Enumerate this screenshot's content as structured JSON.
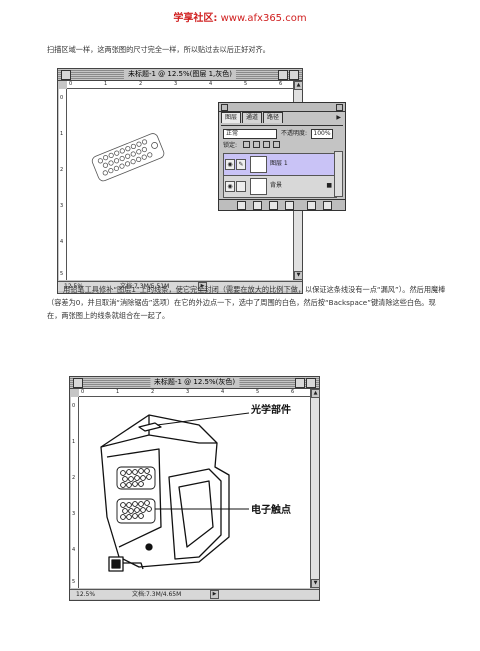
{
  "header": {
    "logo": "学享社区:",
    "url": "www.afx365.com"
  },
  "paragraph1": "扫描区域一样，这两张图的尺寸完全一样，所以贴过去以后正好对齐。",
  "paragraph2": "用铅笔工具修补“图层1”上的线条，使它完全封闭（需要在放大的比例下做，以保证这条线没有一点“漏风”）。然后用魔棒（容差为0，并且取消“消除锯齿”选项）在它的外边点一下，选中了周围的白色，然后按“Backspace”键清除这些白色。现在，两张图上的线条就组合在一起了。",
  "window1": {
    "title": "未标题-1 @ 12.5%(图层 1,灰色)",
    "zoom": "12.5%",
    "doc_info": "文档:7.3M/5.51M",
    "ruler_top": [
      "0",
      "1",
      "2",
      "3",
      "4",
      "5",
      "6"
    ],
    "ruler_left": [
      "0",
      "1",
      "2",
      "3",
      "4",
      "5"
    ]
  },
  "layers_palette": {
    "tabs": [
      "图层",
      "通道",
      "路径"
    ],
    "blend_mode": "正常",
    "opacity_label": "不透明度:",
    "opacity_value": "100%",
    "lock_label": "锁定:",
    "layers": [
      {
        "name": "图层 1",
        "active": true
      },
      {
        "name": "背景",
        "active": false
      }
    ]
  },
  "window2": {
    "title": "未标题-1 @ 12.5%(灰色)",
    "zoom": "12.5%",
    "doc_info": "文档:7.3M/4.65M",
    "ruler_top": [
      "0",
      "1",
      "2",
      "3",
      "4",
      "5",
      "6"
    ],
    "ruler_left": [
      "0",
      "1",
      "2",
      "3",
      "4",
      "5"
    ],
    "callout_optical": "光学部件",
    "callout_contacts": "电子触点"
  }
}
